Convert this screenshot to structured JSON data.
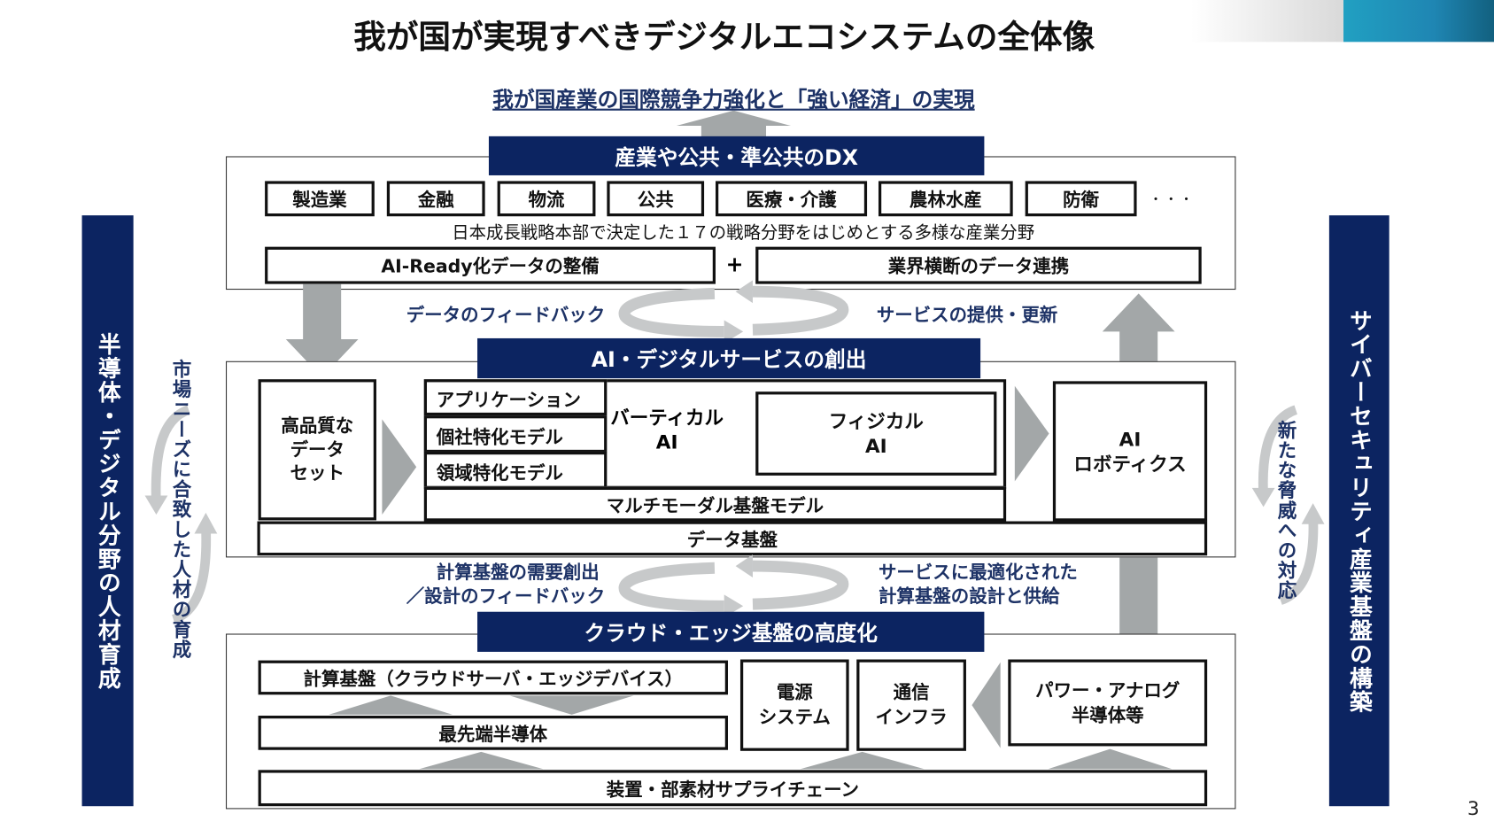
{
  "title": "我が国が実現すべきデジタルエコシステムの全体像",
  "goal": "我が国産業の国際競争力強化と「強い経済」の実現",
  "section_dx": {
    "header": "産業や公共・準公共のDX",
    "industries": [
      "製造業",
      "金融",
      "物流",
      "公共",
      "医療・介護",
      "農林水産",
      "防衛"
    ],
    "ellipsis": "・・・",
    "note": "日本成長戦略本部で決定した１７の戦略分野をはじめとする多様な産業分野",
    "ai_ready": "AI-Ready化データの整備",
    "plus": "+",
    "cross_industry": "業界横断のデータ連携"
  },
  "flow_upper": {
    "left": "データのフィードバック",
    "right": "サービスの提供・更新"
  },
  "section_ai": {
    "header": "AI・デジタルサービスの創出",
    "dataset": [
      "高品質な",
      "データ",
      "セット"
    ],
    "layers": [
      "アプリケーション",
      "個社特化モデル",
      "領域特化モデル"
    ],
    "vertical_ai": [
      "バーティカル",
      "AI"
    ],
    "physical_ai": [
      "フィジカル",
      "AI"
    ],
    "multimodal": "マルチモーダル基盤モデル",
    "robotics": [
      "AI",
      "ロボティクス"
    ],
    "data_platform": "データ基盤"
  },
  "flow_lower": {
    "left": [
      "計算基盤の需要創出",
      "／設計のフィードバック"
    ],
    "right": [
      "サービスに最適化された",
      "計算基盤の設計と供給"
    ]
  },
  "section_cloud": {
    "header": "クラウド・エッジ基盤の高度化",
    "compute": "計算基盤（クラウドサーバ・エッジデバイス）",
    "semiconductor": "最先端半導体",
    "power": [
      "電源",
      "システム"
    ],
    "telecom": [
      "通信",
      "インフラ"
    ],
    "power_analog": [
      "パワー・アナログ",
      "半導体等"
    ],
    "supply_chain": "装置・部素材サプライチェーン"
  },
  "left_band": "半導体・デジタル分野の人材育成",
  "left_cycle": "市場ニーズに合致した人材の育成",
  "right_band": "サイバーセキュリティ産業基盤の構築",
  "right_cycle": "新たな脅威への対応",
  "page_number": "3",
  "colors": {
    "navy": "#0c2461",
    "arrow_gray": "#a3a7a8",
    "teal": "#2199c0"
  }
}
